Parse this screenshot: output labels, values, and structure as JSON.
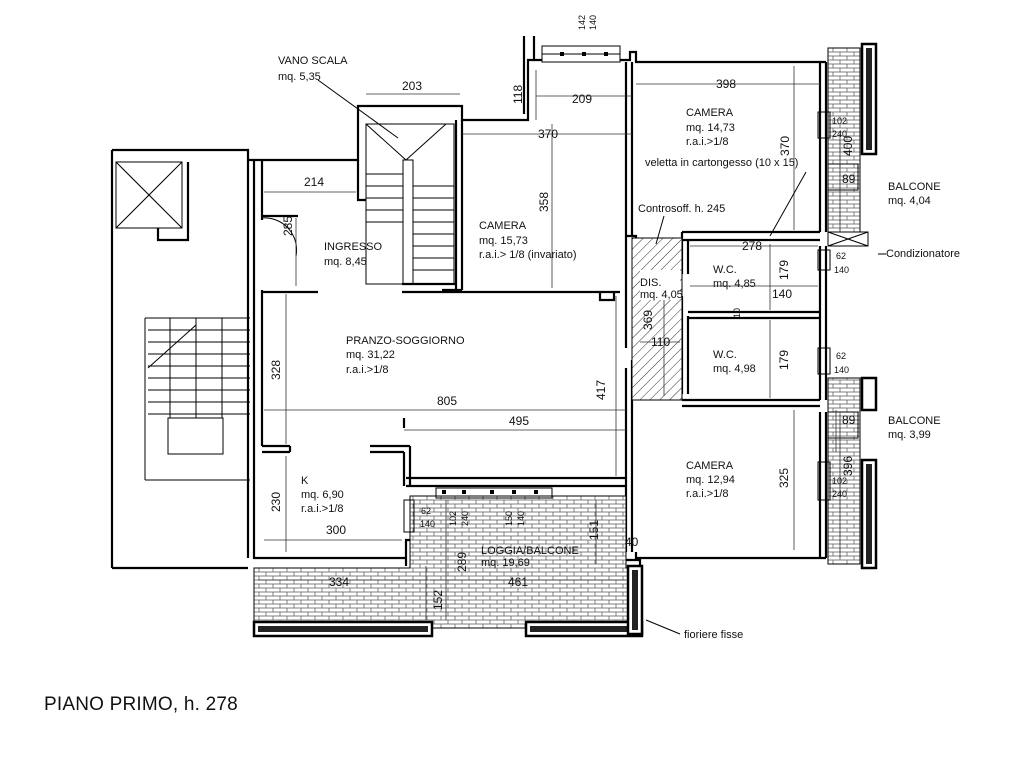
{
  "title": "PIANO PRIMO, h. 278",
  "rooms": {
    "vano_scala": {
      "name": "VANO SCALA",
      "area": "mq. 5,35"
    },
    "ingresso": {
      "name": "INGRESSO",
      "area": "mq. 8,45"
    },
    "camera1": {
      "name": "CAMERA",
      "area": "mq. 15,73",
      "rai": "r.a.i.> 1/8 (invariato)"
    },
    "camera2": {
      "name": "CAMERA",
      "area": "mq. 14,73",
      "rai": "r.a.i.>1/8"
    },
    "pranzo": {
      "name": "PRANZO-SOGGIORNO",
      "area": "mq. 31,22",
      "rai": "r.a.i.>1/8"
    },
    "dis": {
      "name": "DIS.",
      "area": "mq. 4,05"
    },
    "wc1": {
      "name": "W.C.",
      "area": "mq. 4,85"
    },
    "wc2": {
      "name": "W.C.",
      "area": "mq. 4,98"
    },
    "camera3": {
      "name": "CAMERA",
      "area": "mq. 12,94",
      "rai": "r.a.i.>1/8"
    },
    "k": {
      "name": "K",
      "area": "mq. 6,90",
      "rai": "r.a.i.>1/8"
    },
    "loggia": {
      "name": "LOGGIA/BALCONE",
      "area": "mq. 19,69"
    },
    "balcone1": {
      "name": "BALCONE",
      "area": "mq. 4,04"
    },
    "balcone2": {
      "name": "BALCONE",
      "area": "mq. 3,99"
    }
  },
  "notes": {
    "veletta": "veletta in cartongesso (10 x 15)",
    "controsoff": "Controsoff. h. 245",
    "condizionatore": "Condizionatore",
    "fioriere": "fioriere fisse"
  },
  "dimensions": {
    "d203": "203",
    "d209": "209",
    "d118": "118",
    "d142": "142",
    "d140a": "140",
    "d398": "398",
    "d370a": "370",
    "d370b": "370",
    "d358": "358",
    "d214": "214",
    "d285": "285",
    "d400": "400",
    "d102a": "102",
    "d240a": "240",
    "d89a": "89",
    "d278": "278",
    "d179a": "179",
    "d140b": "140",
    "d62a": "62",
    "d140c": "140",
    "d10": "10",
    "d369": "369",
    "d110": "110",
    "d179b": "179",
    "d62b": "62",
    "d140d": "140",
    "d328": "328",
    "d805": "805",
    "d417": "417",
    "d495": "495",
    "d89b": "89",
    "d396": "396",
    "d102b": "102",
    "d240b": "240",
    "d325": "325",
    "d230": "230",
    "d300": "300",
    "d62c": "62",
    "d140e": "140",
    "d102c": "102",
    "d240c": "240",
    "d150": "150",
    "d140f": "140",
    "d151": "151",
    "d40": "40",
    "d289": "289",
    "d334": "334",
    "d461": "461",
    "d152": "152"
  }
}
